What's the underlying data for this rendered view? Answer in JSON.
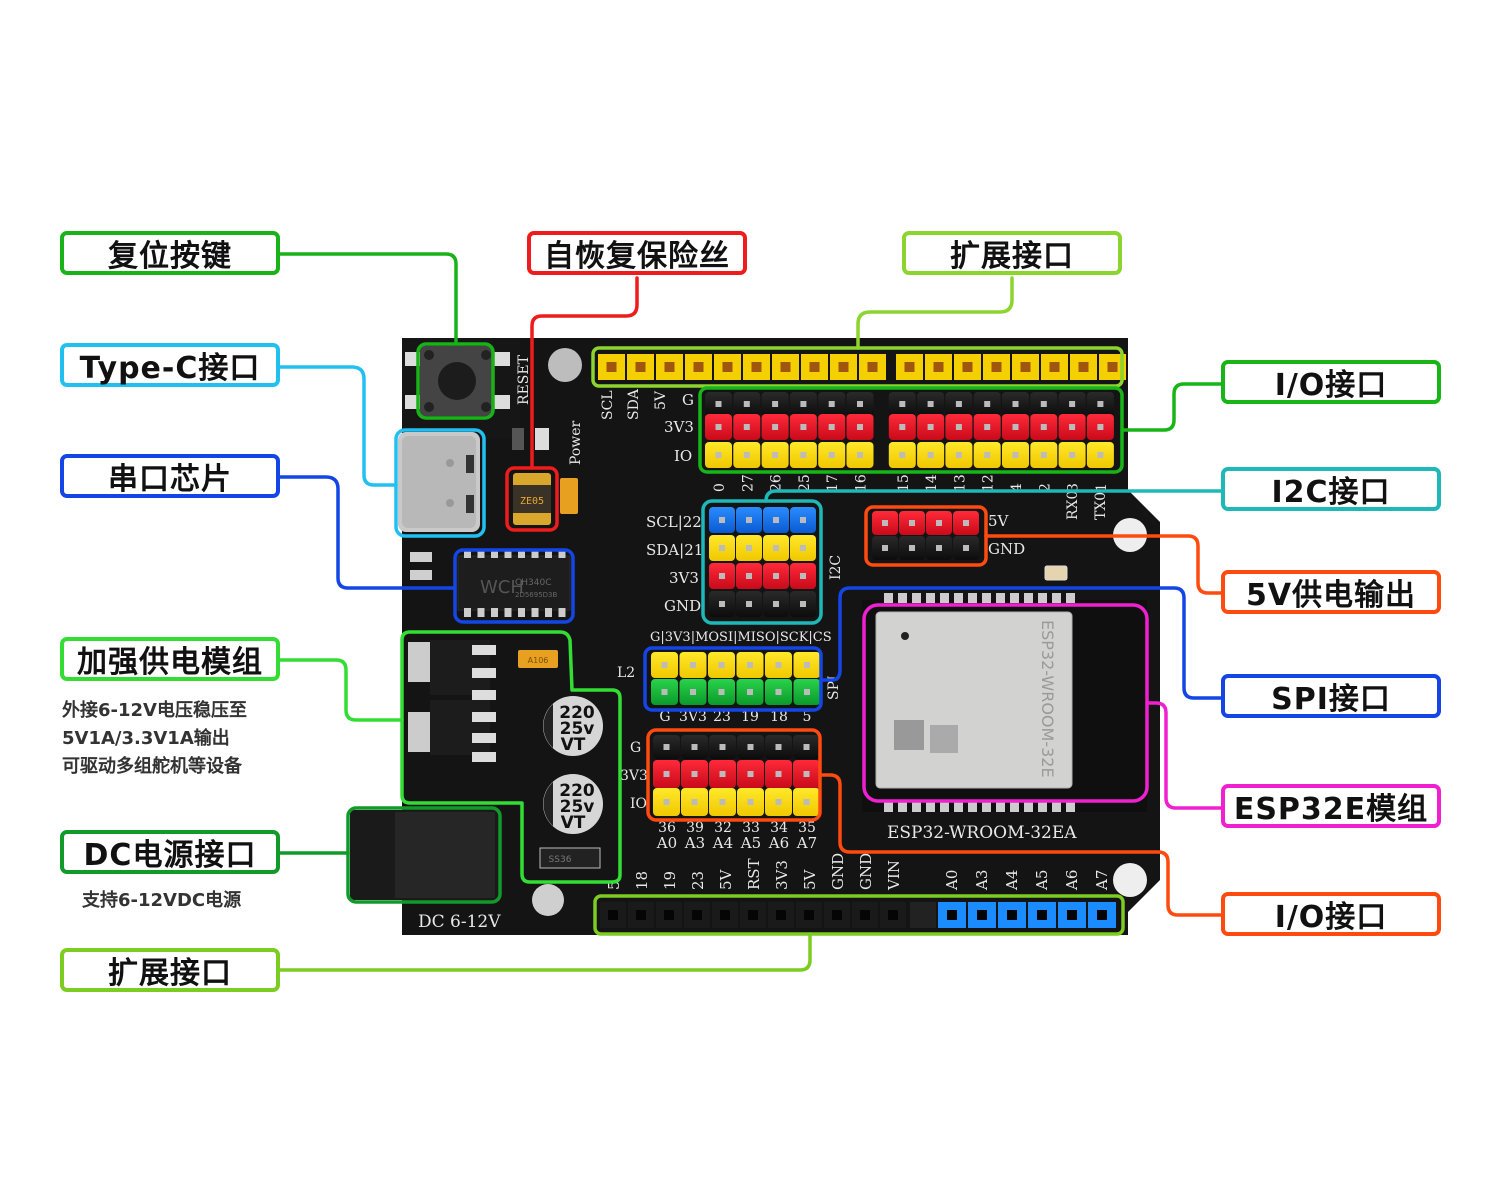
{
  "callouts": {
    "reset_button": {
      "label": "复位按键",
      "color": "#19b219"
    },
    "type_c": {
      "label": "Type-C接口",
      "color": "#22c0f0"
    },
    "serial_chip": {
      "label": "串口芯片",
      "color": "#1446e6"
    },
    "power_module": {
      "label": "加强供电模组",
      "color": "#33dd33"
    },
    "dc_jack": {
      "label": "DC电源接口",
      "color": "#119a2a"
    },
    "expansion_bottom": {
      "label": "扩展接口",
      "color": "#7ccc22"
    },
    "fuse": {
      "label": "自恢复保险丝",
      "color": "#ee1c1c"
    },
    "expansion_top": {
      "label": "扩展接口",
      "color": "#8cd42e"
    },
    "io_top": {
      "label": "I/O接口",
      "color": "#18b418"
    },
    "i2c": {
      "label": "I2C接口",
      "color": "#1fb8b8"
    },
    "power_5v": {
      "label": "5V供电输出",
      "color": "#ff4a10"
    },
    "spi": {
      "label": "SPI接口",
      "color": "#1446e6"
    },
    "esp32": {
      "label": "ESP32E模组",
      "color": "#f020d0"
    },
    "io_bottom": {
      "label": "I/O接口",
      "color": "#ff4a10"
    }
  },
  "notes": {
    "power_module": [
      "外接6-12V电压稳压至",
      "5V1A/3.3V1A输出",
      "可驱动多组舵机等设备"
    ],
    "dc_jack": "支持6-12VDC电源"
  },
  "board": {
    "reset_text": "RESET",
    "power_led_text": "Power",
    "fuse_marking": "ZE05",
    "cap_marking": "A106",
    "chip_brand": "WCH",
    "chip_model": "CH340C",
    "chip_code": "2D5695D3B",
    "cap_value": [
      "220",
      "25v",
      "VT"
    ],
    "diode_marking": "SS36",
    "l2_text": "L2",
    "dc_text": "DC 6-12V",
    "module_text": "ESP32-WROOM-32EA",
    "module_shield_text": "ESP32-WROOM-32E",
    "top_header_side_labels": [
      "SCL",
      "SDA",
      "5V",
      "G",
      "3V3",
      "IO"
    ],
    "io_pins_top": [
      "0",
      "27",
      "26",
      "25",
      "17",
      "16",
      "15",
      "14",
      "13",
      "12",
      "4",
      "2",
      "3",
      "1"
    ],
    "rx_tx": [
      "RX0",
      "TX0"
    ],
    "i2c_labels": [
      "SCL|22",
      "SDA|21",
      "3V3",
      "GND"
    ],
    "i2c_side": "I2C",
    "spi_top_labels": "G|3V3|MOSI|MISO|SCK|CS",
    "spi_bottom_labels": [
      "G",
      "3V3",
      "23",
      "19",
      "18",
      "5"
    ],
    "spi_side": "SPI",
    "power_5v_labels": [
      "5V",
      "GND"
    ],
    "io_bottom_side": [
      "G",
      "3V3",
      "IO"
    ],
    "io_bottom_pins": [
      "36",
      "39",
      "32",
      "33",
      "34",
      "35"
    ],
    "io_bottom_analog": [
      "A0",
      "A3",
      "A4",
      "A5",
      "A6",
      "A7"
    ],
    "bottom_header_labels": [
      "5",
      "18",
      "19",
      "23",
      "5V",
      "RST",
      "3V3",
      "5V",
      "GND",
      "GND",
      "VIN",
      "A0",
      "A3",
      "A4",
      "A5",
      "A6",
      "A7"
    ]
  }
}
